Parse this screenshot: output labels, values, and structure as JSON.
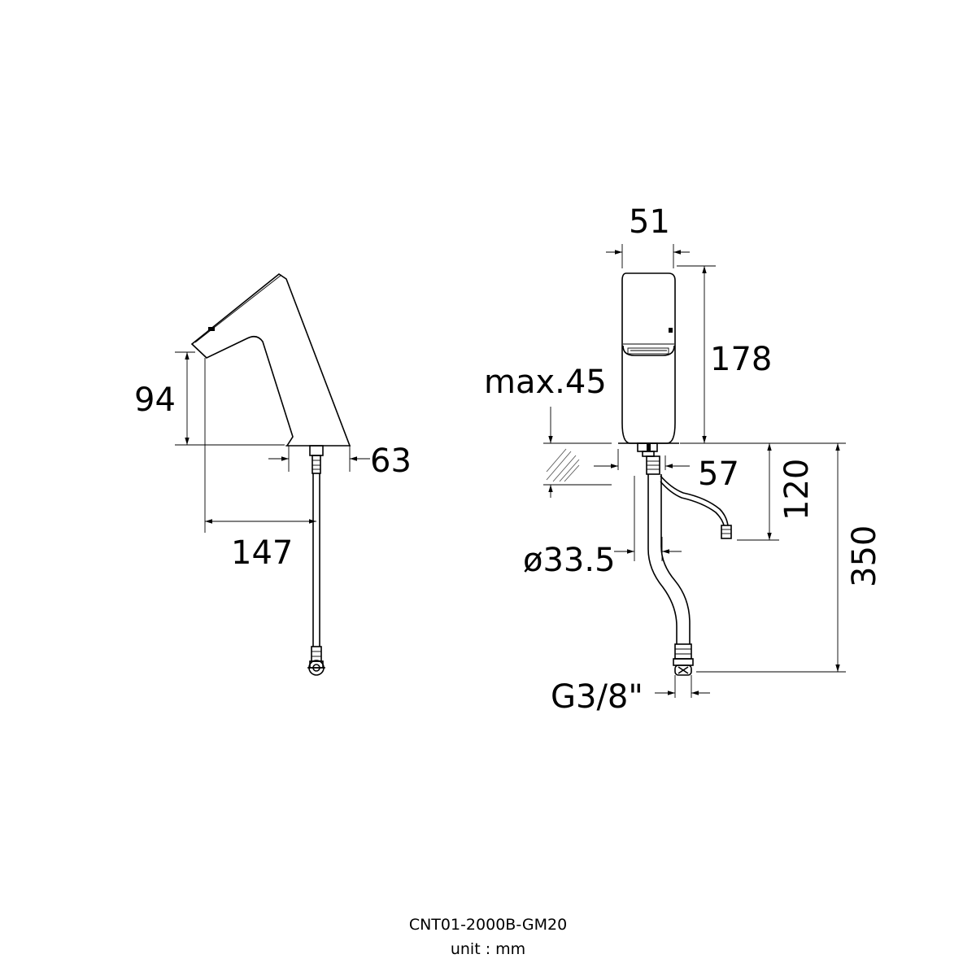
{
  "drawing": {
    "side_view": {
      "dim_height": "94",
      "dim_base": "63",
      "dim_reach": "147"
    },
    "front_view": {
      "dim_width": "51",
      "dim_height": "178",
      "dim_deck_max": "max.45",
      "dim_hole": "57",
      "dim_sensor_cable": "120",
      "dim_total": "350",
      "dim_hose_diameter": "ø33.5",
      "dim_thread": "G3/8\""
    },
    "model": "CNT01-2000B-GM20",
    "unit_label": "unit : mm"
  }
}
